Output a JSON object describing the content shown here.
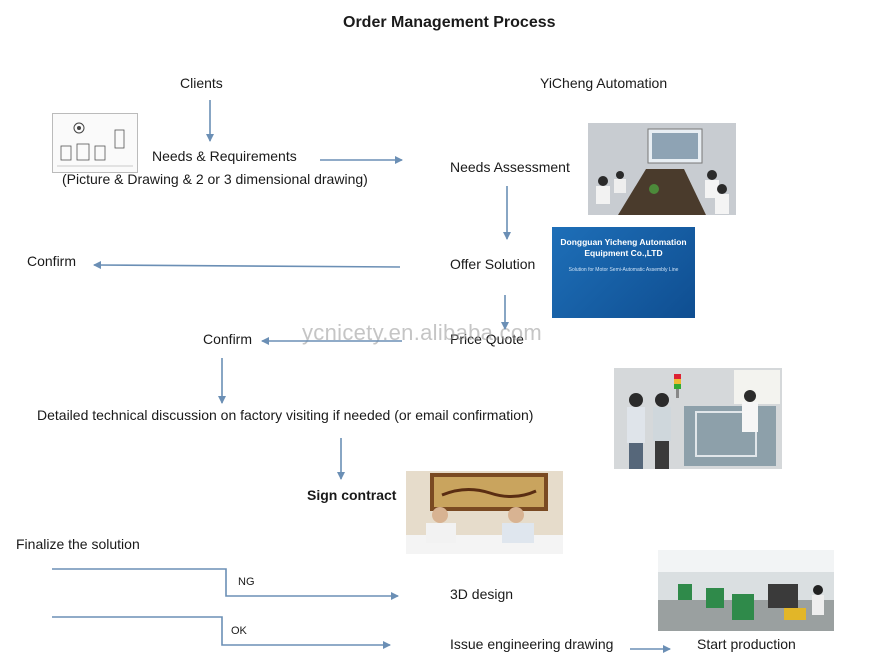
{
  "title": "Order Management Process",
  "labels": {
    "clients": "Clients",
    "yicheng": "YiCheng Automation",
    "needs_req": "Needs & Requirements",
    "needs_req_detail": "(Picture & Drawing & 2 or 3 dimensional drawing)",
    "needs_assessment": "Needs Assessment",
    "confirm_top": "Confirm",
    "offer_solution": "Offer Solution",
    "confirm_mid": "Confirm",
    "price_quote": "Price Quote",
    "tech_discussion": "Detailed technical discussion on factory visiting if needed (or email confirmation)",
    "sign_contract": "Sign contract",
    "finalize": "Finalize the solution",
    "ng": "NG",
    "ok": "OK",
    "design_3d": "3D design",
    "issue_drawing": "Issue engineering drawing",
    "start_production": "Start production"
  },
  "slide": {
    "title_line1": "Dongguan Yicheng Automation",
    "title_line2": "Equipment Co.,LTD",
    "subtitle": "Solution for Motor Semi-Automatic Assembly Line"
  },
  "watermark": "ycnicety.en.alibaba.com",
  "colors": {
    "arrow": "#6b8fb5",
    "text": "#1a1a1a"
  }
}
